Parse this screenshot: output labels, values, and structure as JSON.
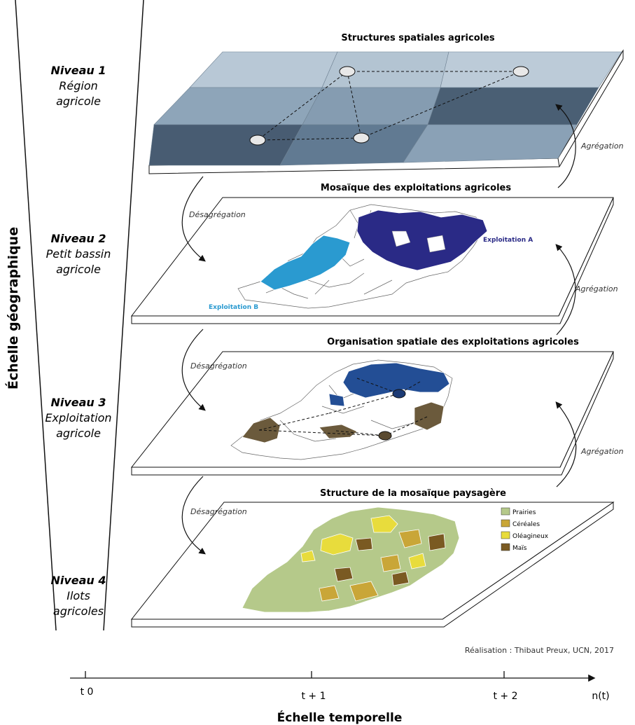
{
  "axis": {
    "vertical_label": "Échelle géographique",
    "horizontal_label": "Échelle temporelle",
    "ticks": [
      "t 0",
      "t + 1",
      "t + 2",
      "n(t)"
    ]
  },
  "levels": [
    {
      "title": "Niveau 1",
      "line1": "Région",
      "line2": "agricole"
    },
    {
      "title": "Niveau 2",
      "line1": "Petit bassin",
      "line2": "agricole"
    },
    {
      "title": "Niveau 3",
      "line1": "Exploitation",
      "line2": "agricole"
    },
    {
      "title": "Niveau 4",
      "line1": "Ilots",
      "line2": "agricoles"
    }
  ],
  "planes": [
    {
      "title": "Structures spatiales agricoles"
    },
    {
      "title": "Mosaïque des exploitations agricoles",
      "label_a": "Exploitation A",
      "label_b": "Exploitation B"
    },
    {
      "title": "Organisation spatiale des exploitations agricoles"
    },
    {
      "title": "Structure de la mosaïque paysagère"
    }
  ],
  "flows": {
    "down": "Désagrégation",
    "up": "Agrégation"
  },
  "legend": [
    {
      "label": "Prairies",
      "color": "#b5c98a"
    },
    {
      "label": "Céréales",
      "color": "#c9a638"
    },
    {
      "label": "Oléagineux",
      "color": "#e8dc3c"
    },
    {
      "label": "Maïs",
      "color": "#7a5a22"
    }
  ],
  "colors": {
    "exploitation_a": "#2a2a86",
    "exploitation_b": "#2a9ad0",
    "org_blue": "#234e95",
    "org_brown": "#6b5a3c"
  },
  "credit": "Réalisation : Thibaut Preux, UCN, 2017"
}
